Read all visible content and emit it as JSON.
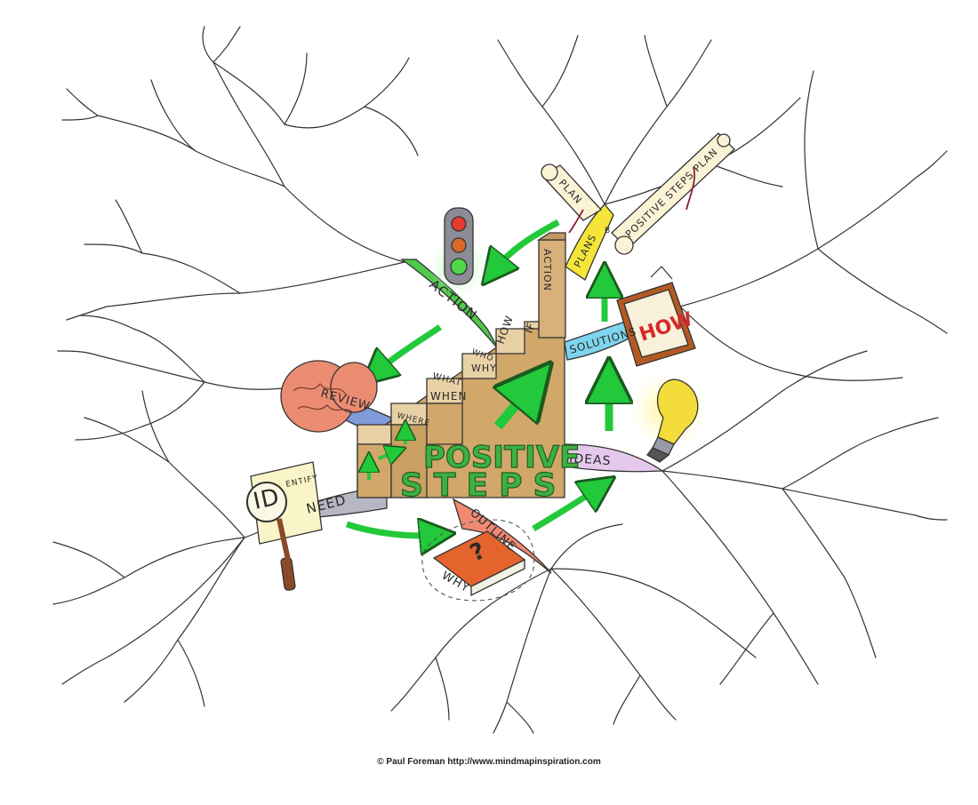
{
  "title": {
    "line1": "POSITIVE",
    "line2": "STEPS"
  },
  "steps": [
    "WHERE",
    "WHEN",
    "WHAT",
    "WHY",
    "WHO",
    "HOW",
    "IF"
  ],
  "branches": {
    "action": "ACTION",
    "review": "REVIEW",
    "need": "NEED",
    "outline": "OUTLINE",
    "ideas": "IDEAS",
    "solutions": "SOLUTIONS",
    "plans": "PLANS",
    "action_post": "ACTION"
  },
  "identify_sign": {
    "big": "ID",
    "small": "ENTIFY"
  },
  "book": {
    "label": "WHY",
    "symbol": "?"
  },
  "scrolls": {
    "left": "PLAN",
    "right": "POSITIVE STEPS PLAN",
    "connector": "B"
  },
  "how_sign": "HOW",
  "footer": "© Paul Foreman http://www.mindmapinspiration.com",
  "colors": {
    "action": "#4ec94a",
    "review": "#7f9bd9",
    "need": "#b7b7c4",
    "outline": "#f08a72",
    "ideas": "#e4c9ec",
    "solutions": "#7fd4ee",
    "plans": "#f5e53a",
    "stairs": "#d2a76a",
    "arrow": "#22c93a"
  }
}
